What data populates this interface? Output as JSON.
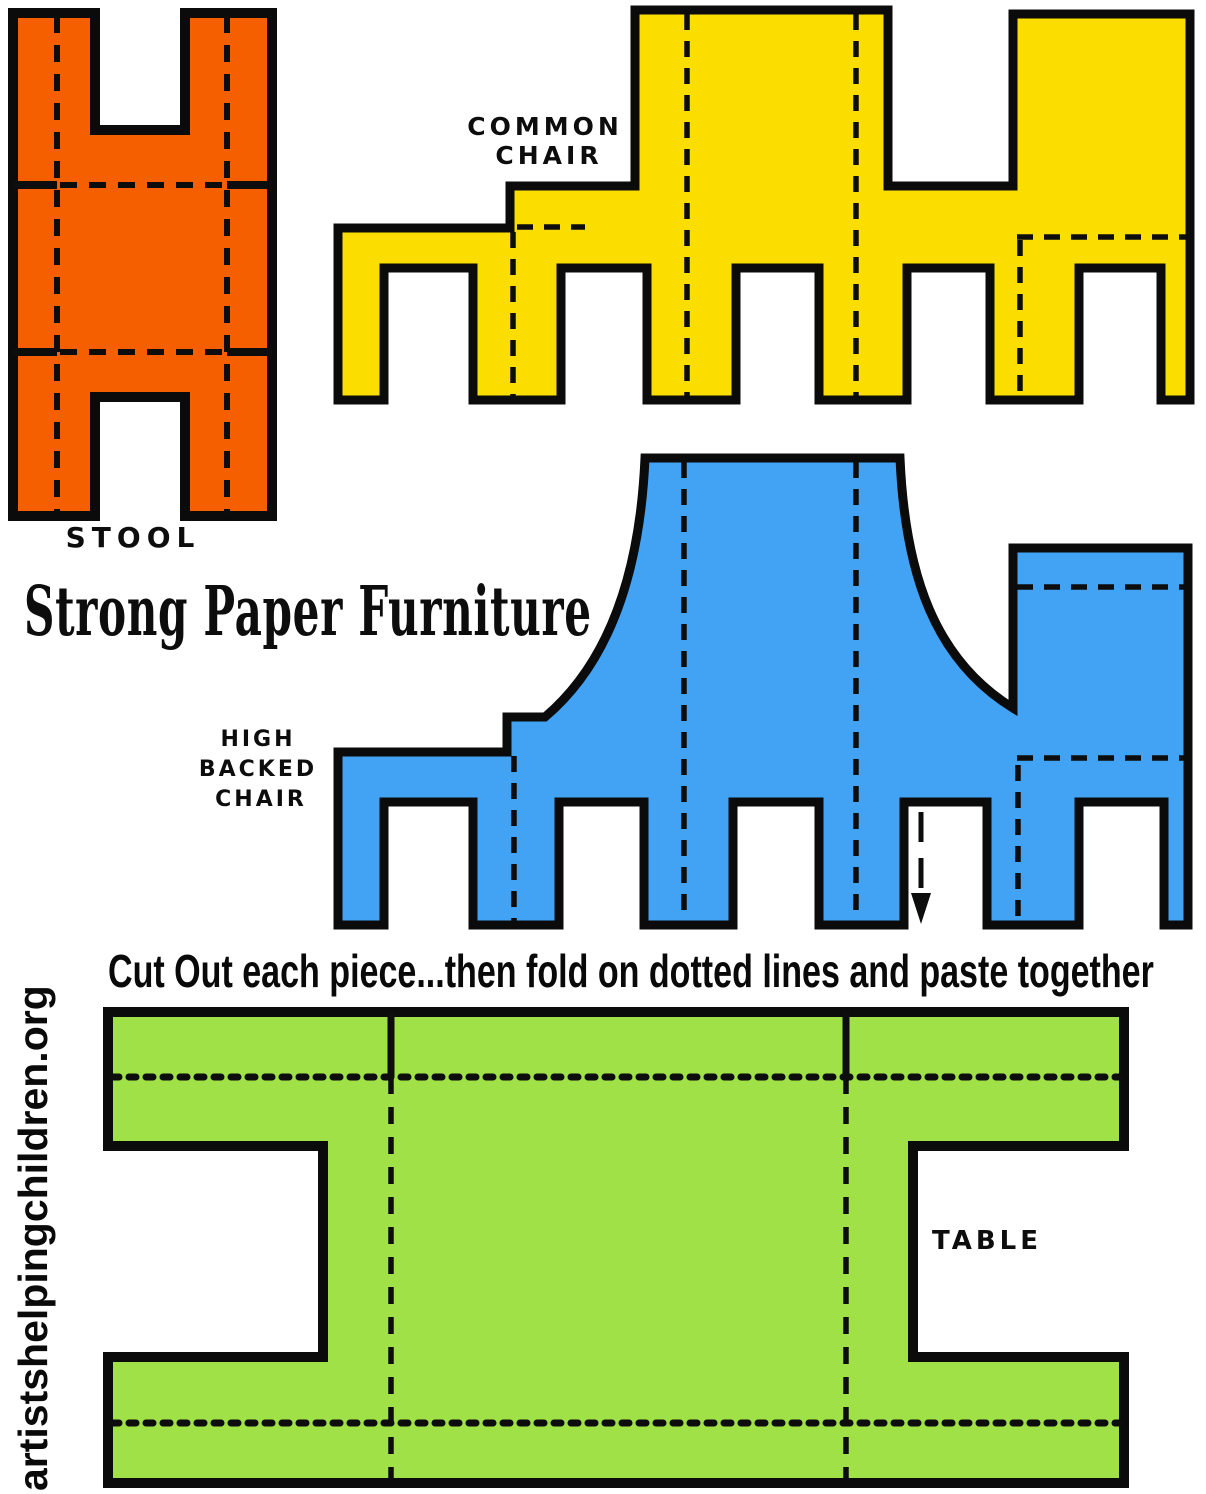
{
  "page": {
    "title": "Strong Paper Furniture",
    "instructions": "Cut Out each piece...then fold on dotted lines and paste together",
    "website": "artistshelpingchildren.org"
  },
  "pieces": {
    "stool": {
      "label": "STOOL",
      "color": "#F55F00"
    },
    "common_chair": {
      "label_line1": "COMMON",
      "label_line2": "CHAIR",
      "color": "#FBDE00"
    },
    "high_backed_chair": {
      "label_line1": "HIGH",
      "label_line2": "BACKED",
      "label_line3": "CHAIR",
      "color": "#42A3F4"
    },
    "table": {
      "label": "TABLE",
      "color": "#A0E147"
    }
  },
  "colors": {
    "outline": "#0b0b0b"
  }
}
